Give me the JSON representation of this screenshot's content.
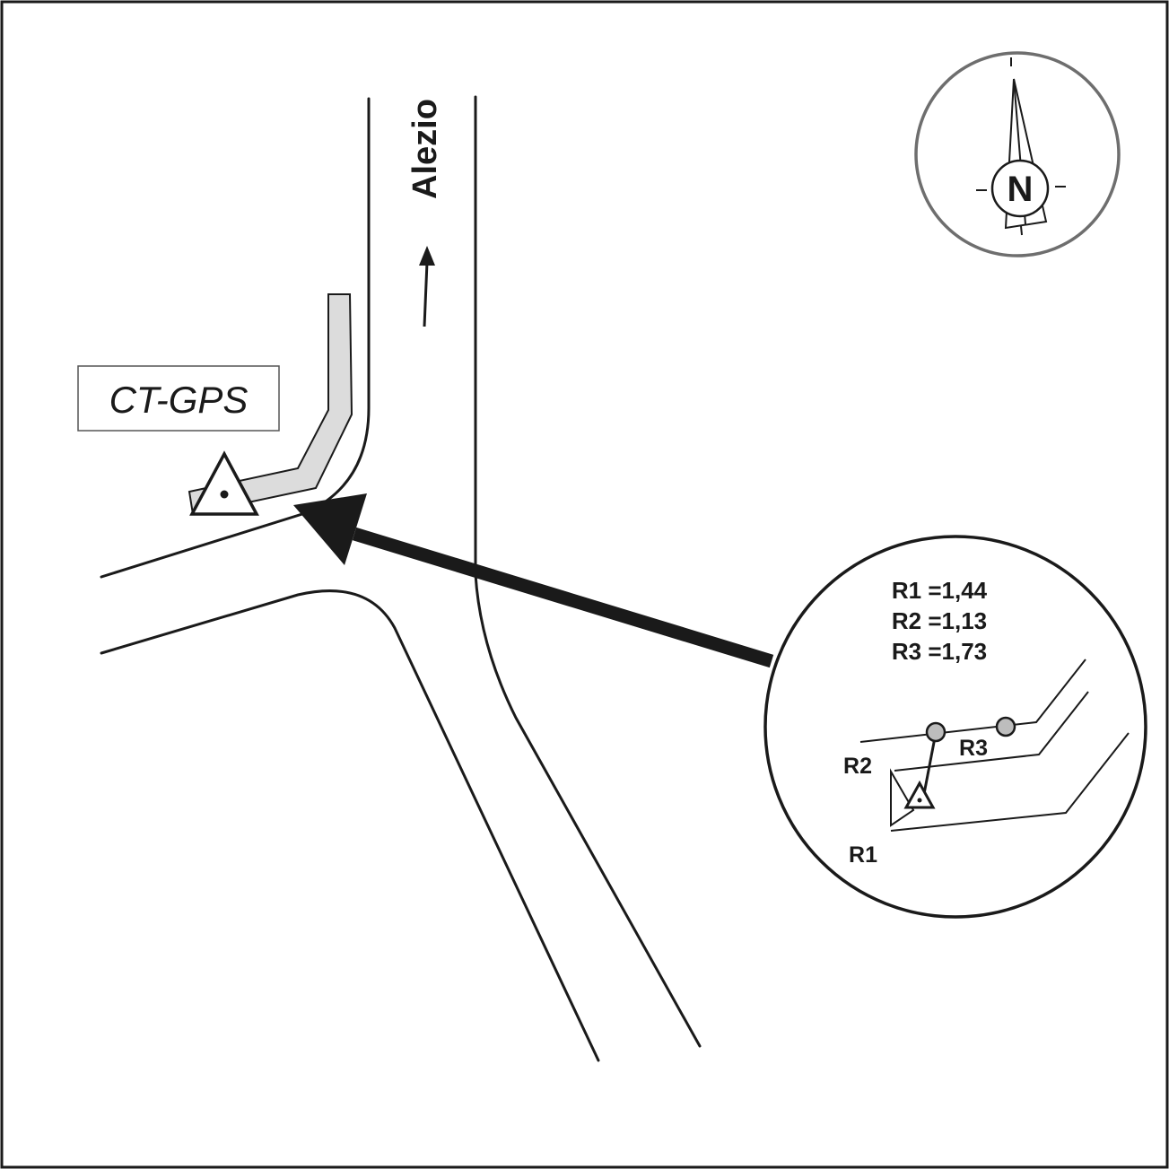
{
  "map": {
    "road_label": "Alezio",
    "site_label": "CT-GPS",
    "compass_letter": "N",
    "inset": {
      "distances": [
        {
          "id": "R1",
          "text": "R1 =1,44"
        },
        {
          "id": "R2",
          "text": "R2 =1,13"
        },
        {
          "id": "R3",
          "text": "R3 =1,73"
        }
      ],
      "reference_labels": {
        "r1": "R1",
        "r2": "R2",
        "r3": "R3"
      }
    }
  },
  "colors": {
    "ink": "#1a1a1a",
    "platform_fill": "#dcdcdc",
    "reference_point_fill": "#bdbdbd",
    "compass_ring": "#6e6e6e"
  },
  "icons": {
    "station_marker": "triangle-with-dot-icon",
    "north_arrow": "compass-north-icon",
    "direction_arrow": "arrow-up-icon",
    "pointer_arrow": "arrow-left-icon"
  }
}
